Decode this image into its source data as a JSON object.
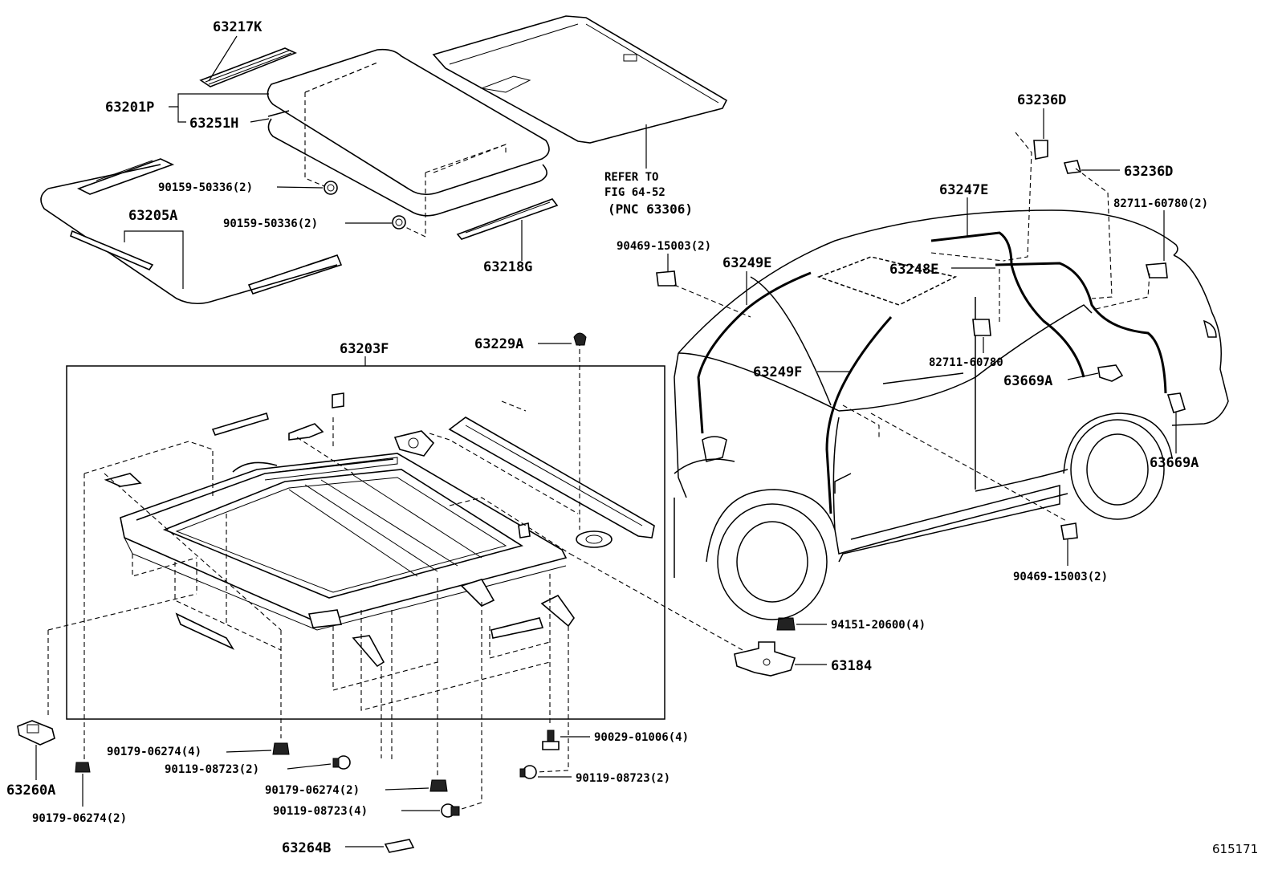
{
  "part_labels": {
    "p63217K": "63217K",
    "p63201P": "63201P",
    "p63251H": "63251H",
    "p90159_a": "90159-50336(2)",
    "p90159_b": "90159-50336(2)",
    "p63205A": "63205A",
    "p63218G": "63218G",
    "p63203F": "63203F",
    "p63229A": "63229A",
    "p63236D_a": "63236D",
    "p63236D_b": "63236D",
    "p63247E": "63247E",
    "p82711_a": "82711-60780(2)",
    "p90469_a": "90469-15003(2)",
    "p63249E": "63249E",
    "p63248E": "63248E",
    "p82711_b": "82711-60780",
    "p63249F": "63249F",
    "p63669A_a": "63669A",
    "p63669A_b": "63669A",
    "p90469_b": "90469-15003(2)",
    "p94151": "94151-20600(4)",
    "p63184": "63184",
    "p90029": "90029-01006(4)",
    "p90179_a": "90179-06274(4)",
    "p90119_a": "90119-08723(2)",
    "p90119_b": "90119-08723(2)",
    "p90179_b": "90179-06274(2)",
    "p90119_c": "90119-08723(4)",
    "p63260A": "63260A",
    "p90179_c": "90179-06274(2)",
    "p63264B": "63264B"
  },
  "reference_note": {
    "line1": "REFER TO",
    "line2": "FIG 64-52",
    "line3": "(PNC 63306)"
  },
  "figure_id": "615171"
}
